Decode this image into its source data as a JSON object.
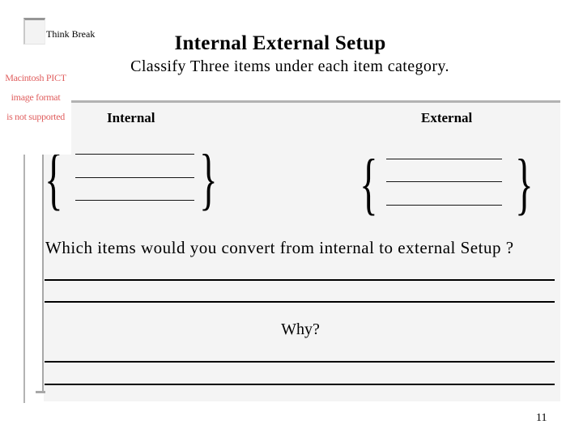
{
  "slide": {
    "corner_label": "Think Break",
    "title": "Internal External Setup",
    "subtitle": "Classify Three items under each item category.",
    "pict_placeholder": {
      "line1": "Macintosh PICT",
      "line2": "image format",
      "line3": "is not supported"
    },
    "categories": {
      "left_header": "Internal",
      "right_header": "External",
      "blank_slots_per_category": 3
    },
    "question": "Which items would you convert from internal to external Setup ?",
    "why_label": "Why?",
    "page_number": "11",
    "glyphs": {
      "brace_open": "{",
      "brace_close": "}"
    },
    "colors": {
      "content_box_fill": "#f4f4f4",
      "content_box_top_border": "#b2b2b2",
      "frame_lines": "#a8a8a8",
      "pict_text": "#e05f5f",
      "text": "#000000"
    }
  }
}
